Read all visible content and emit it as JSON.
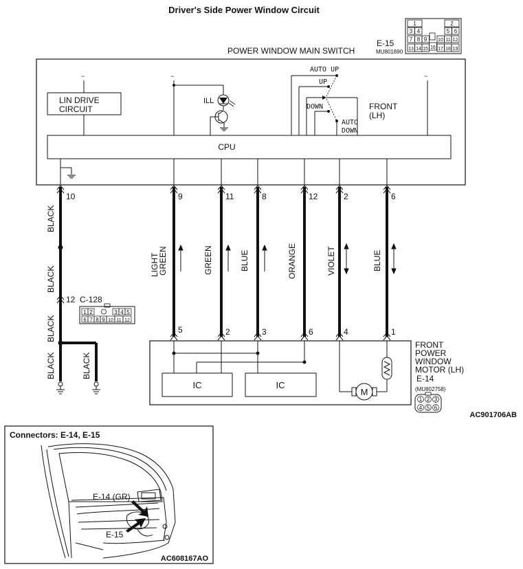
{
  "title": "Driver's Side Power Window Circuit",
  "switch": {
    "label": "POWER WINDOW MAIN SWITCH",
    "connector": "E-15",
    "part_no": "MU801890",
    "lin_block_line1": "LIN DRIVE",
    "lin_block_line2": "CIRCUIT",
    "cpu_label": "CPU",
    "ill_label": "ILL",
    "sw_auto_up": "AUTO UP",
    "sw_up": "UP",
    "sw_down": "DOWN",
    "sw_auto": "AUTO",
    "sw_auto_down": "DOWN",
    "front_label": "FRONT",
    "front_side": "(LH)",
    "pins_grid": [
      [
        "1",
        "",
        "",
        "",
        "",
        "",
        "2",
        ""
      ],
      [
        "3",
        "4",
        "",
        "",
        "",
        "",
        "5",
        "6"
      ],
      [
        "7",
        "8",
        "9",
        "",
        "10",
        "11",
        "12"
      ],
      [
        "13",
        "14",
        "15",
        "16",
        "17",
        "18",
        "19"
      ]
    ]
  },
  "wires": [
    {
      "pin_top": "10",
      "color": "BLACK"
    },
    {
      "pin_top": "9",
      "color_line1": "LIGHT",
      "color_line2": "GREEN",
      "pin_bottom": "5"
    },
    {
      "pin_top": "11",
      "color": "GREEN",
      "pin_bottom": "2"
    },
    {
      "pin_top": "8",
      "color": "BLUE",
      "pin_bottom": "3"
    },
    {
      "pin_top": "12",
      "color": "ORANGE",
      "pin_bottom": "6"
    },
    {
      "pin_top": "2",
      "color": "VIOLET",
      "pin_bottom": "4"
    },
    {
      "pin_top": "6",
      "color": "BLUE",
      "pin_bottom": "1"
    }
  ],
  "ground_wires": [
    "BLACK",
    "BLACK",
    "BLACK",
    "BLACK"
  ],
  "c128": {
    "pin": "12",
    "label": "C-128",
    "row1": [
      "1",
      "2",
      "",
      "3",
      "4",
      "5"
    ],
    "row2": [
      "6",
      "7",
      "8",
      "9",
      "10",
      "11",
      "12"
    ]
  },
  "motor": {
    "label_line1": "FRONT",
    "label_line2": "POWER",
    "label_line3": "WINDOW",
    "label_line4": "MOTOR (LH)",
    "connector": "E-14",
    "part_no": "(MU802758)",
    "ic1": "IC",
    "ic2": "IC",
    "motor_symbol": "M",
    "pins": [
      "1",
      "2",
      "3",
      "4",
      "5",
      "6"
    ]
  },
  "figure_code": "AC901706AB",
  "connectors_box": {
    "title": "Connectors: E-14, E-15",
    "callout1": "E-14 (GR)",
    "callout2": "E-15",
    "figure_code": "AC608167AO"
  },
  "colors": {
    "line": "#111111",
    "background": "#ffffff"
  }
}
